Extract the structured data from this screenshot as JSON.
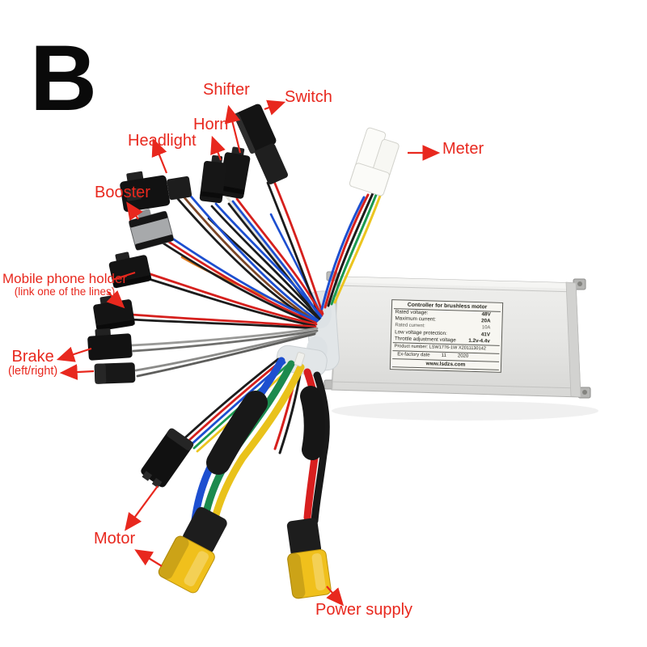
{
  "page": {
    "variant_letter": "B"
  },
  "annotations": {
    "shifter": {
      "label": "Shifter"
    },
    "switch": {
      "label": "Switch"
    },
    "horn": {
      "label": "Horn"
    },
    "headlight": {
      "label": "Headlight"
    },
    "booster": {
      "label": "Booster"
    },
    "mobile_phone_holder": {
      "label": "Mobile phone holder",
      "note": "(link one of the lines)"
    },
    "brake": {
      "label": "Brake",
      "note": "(left/right)"
    },
    "motor": {
      "label": "Motor"
    },
    "meter": {
      "label": "Meter"
    },
    "power_supply": {
      "label": "Power supply"
    }
  },
  "sticker": {
    "title": "Controller for brushless motor",
    "specs": [
      {
        "name": "Rated voltage:",
        "value": "48V"
      },
      {
        "name": "Maximum current:",
        "value": "20A"
      },
      {
        "name": "Rated current:",
        "value": "10A"
      },
      {
        "name": "Low voltage protection:",
        "value": "41V"
      },
      {
        "name": "Throttle adjustment voltage",
        "value": "1.2v-4.4v"
      }
    ],
    "product_number_label": "Product number:",
    "product_number": "LSW1776-1W  X2011130142",
    "factory_date_label": "Ex-factory date",
    "factory_date_month": "11",
    "factory_date_year": "2020",
    "website": "www.lsdzs.com"
  },
  "colors": {
    "annotation_red": "#e8281e",
    "controller_silver": "#e6e6e4",
    "connector_yellow": "#f0c01c"
  }
}
